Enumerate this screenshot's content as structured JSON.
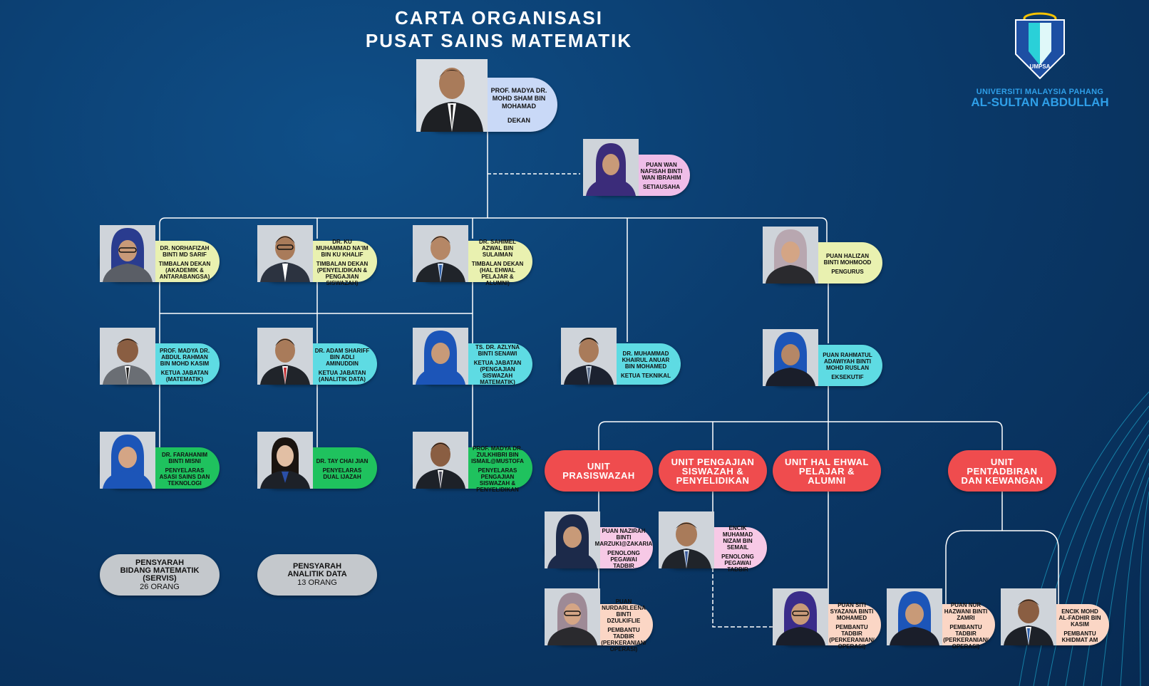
{
  "title": {
    "line1": "CARTA ORGANISASI",
    "line2": "PUSAT SAINS MATEMATIK"
  },
  "logo": {
    "badge": "UMPSA",
    "line1": "UNIVERSITI MALAYSIA PAHANG",
    "line2": "AL-SULTAN ABDULLAH"
  },
  "colors": {
    "background": "#0b3d6f",
    "connector": "#ffffff",
    "dean": "#c9d9f7",
    "secretary": "#efbde8",
    "deputy": "#e9f1b0",
    "head": "#5edbe3",
    "coordinator": "#1fc25e",
    "admin_staff": "#f7c9e6",
    "clerk": "#fbd6c5",
    "unit": "#ef4c4e",
    "lecturer_group": "#c4c8cc"
  },
  "people": {
    "dean": {
      "name": "PROF. MADYA DR. MOHD SHAM BIN MOHAMAD",
      "role": "DEKAN"
    },
    "secretary": {
      "name": "PUAN WAN NAFISAH BINTI WAN IBRAHIM",
      "role": "SETIAUSAHA"
    },
    "deputy_academic": {
      "name": "DR. NORHAFIZAH BINTI MD SARIF",
      "role": "TIMBALAN DEKAN (AKADEMIK & ANTARABANGSA)"
    },
    "deputy_research": {
      "name": "DR. KU MUHAMMAD NA'IM BIN KU KHALIF",
      "role": "TIMBALAN DEKAN (PENYELIDIKAN & PENGAJIAN SISWAZAH)"
    },
    "deputy_student": {
      "name": "DR. SAHIMEL AZWAL BIN SULAIMAN",
      "role": "TIMBALAN DEKAN (HAL EHWAL PELAJAR & ALUMNI)"
    },
    "manager": {
      "name": "PUAN HALIZAN BINTI MOHMOOD",
      "role": "PENGURUS"
    },
    "head_math": {
      "name": "PROF. MADYA DR. ABDUL RAHMAN BIN MOHD KASIM",
      "role": "KETUA JABATAN (MATEMATIK)"
    },
    "head_analytics": {
      "name": "DR. ADAM SHARIFF BIN ADLI AMINUDDIN",
      "role": "KETUA JABATAN (ANALITIK DATA)"
    },
    "head_postgrad": {
      "name": "TS. DR. AZLYNA BINTI SENAWI",
      "role": "KETUA JABATAN (PENGAJIAN SISWAZAH MATEMATIK)"
    },
    "tech_head": {
      "name": "DR. MUHAMMAD KHAIRUL ANUAR BIN MOHAMED",
      "role": "KETUA TEKNIKAL"
    },
    "executive": {
      "name": "PUAN RAHMATUL ADAWIYAH BINTI MOHD RUSLAN",
      "role": "EKSEKUTIF"
    },
    "coord_foundation": {
      "name": "DR. FARAHANIM BINTI MISNI",
      "role": "PENYELARAS ASASI SAINS DAN TEKNOLOGI"
    },
    "coord_dual": {
      "name": "DR. TAY CHAI JIAN",
      "role": "PENYELARAS DUAL IJAZAH"
    },
    "coord_postgrad": {
      "name": "PROF. MADYA DR. ZULKHIBRI BIN ISMAIL@MUSTOFA",
      "role": "PENYELARAS PENGAJIAN SISWAZAH & PENYELIDIKAN"
    },
    "admin_asst1": {
      "name": "PUAN NAZIRAH BINTI MARZUKI@ZAKARIA",
      "role": "PENOLONG PEGAWAI TADBIR"
    },
    "admin_asst2": {
      "name": "ENCIK MUHAMAD NIZAM BIN SEMAIL",
      "role": "PENOLONG PEGAWAI TADBIR"
    },
    "clerk1": {
      "name": "PUAN NURDARLEENA BINTI DZULKIFLIE",
      "role": "PEMBANTU TADBIR (PERKERANIAN/ OPERASI)"
    },
    "clerk2": {
      "name": "PUAN SITI SYAZANA BINTI MOHAMED",
      "role": "PEMBANTU TADBIR (PERKERANIAN/ OPERASI)"
    },
    "clerk3": {
      "name": "PUAN NUR HAZWANI BINTI ZAMRI",
      "role": "PEMBANTU TADBIR (PERKERANIAN/ OPERASI)"
    },
    "general_asst": {
      "name": "ENCIK MOHD AL-FADHIR BIN KASIM",
      "role": "PEMBANTU KHIDMAT AM"
    }
  },
  "units": {
    "prasiswazah": "UNIT\nPRASISWAZAH",
    "pengajian": "UNIT PENGAJIAN\nSISWAZAH &\nPENYELIDIKAN",
    "hal_ehwal": "UNIT HAL EHWAL\nPELAJAR &\nALUMNI",
    "pentadbiran": "UNIT\nPENTADBIRAN\nDAN KEWANGAN"
  },
  "lecturers": {
    "math": {
      "title": "PENSYARAH\nBIDANG MATEMATIK\n(SERVIS)",
      "count": "26 ORANG"
    },
    "analytics": {
      "title": "PENSYARAH\nANALITIK DATA",
      "count": "13 ORANG"
    }
  }
}
